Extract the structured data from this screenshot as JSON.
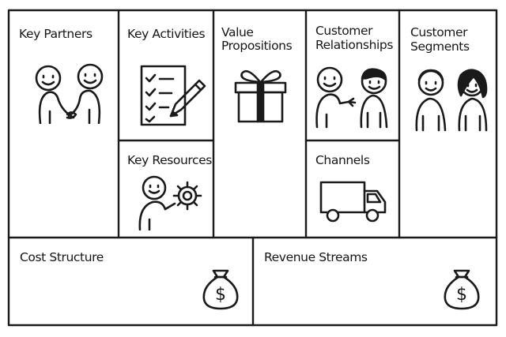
{
  "canvas": {
    "blocks": [
      {
        "id": "key-partners",
        "label_lines": [
          "Key Partners"
        ],
        "icon": "handshake-icon"
      },
      {
        "id": "key-activities",
        "label_lines": [
          "Key Activities"
        ],
        "icon": "checklist-icon"
      },
      {
        "id": "key-resources",
        "label_lines": [
          "Key Resources"
        ],
        "icon": "person-gear-icon"
      },
      {
        "id": "value-propositions",
        "label_lines": [
          "Value",
          "Propositions"
        ],
        "icon": "gift-icon"
      },
      {
        "id": "customer-relationships",
        "label_lines": [
          "Customer",
          "Relationships"
        ],
        "icon": "people-talking-icon"
      },
      {
        "id": "channels",
        "label_lines": [
          "Channels"
        ],
        "icon": "truck-icon"
      },
      {
        "id": "customer-segments",
        "label_lines": [
          "Customer",
          "Segments"
        ],
        "icon": "two-people-icon"
      },
      {
        "id": "cost-structure",
        "label_lines": [
          "Cost Structure"
        ],
        "icon": "money-bag-icon"
      },
      {
        "id": "revenue-streams",
        "label_lines": [
          "Revenue Streams"
        ],
        "icon": "money-bag-icon"
      }
    ],
    "money_symbol": "$"
  },
  "colors": {
    "ink": "#1a1a1a",
    "paper": "#ffffff",
    "hair": "#3a3a3a"
  }
}
